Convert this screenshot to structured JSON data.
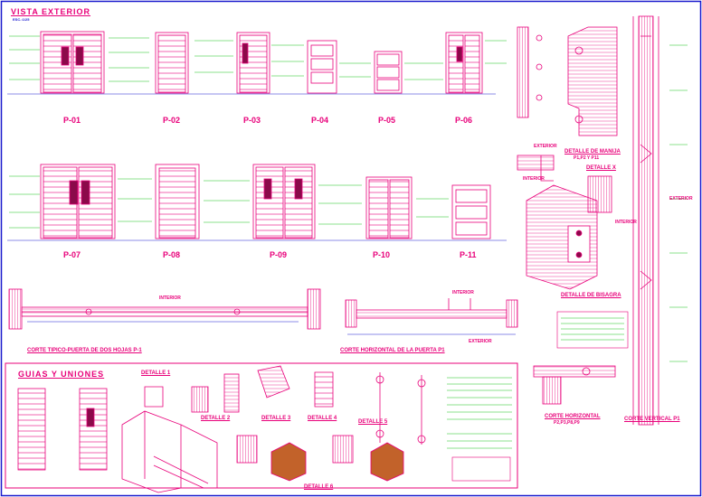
{
  "sheet": {
    "title_exterior": "VISTA EXTERIOR",
    "scale_exterior": "ESC.:1/25",
    "doors_row1": [
      {
        "code": "P-01"
      },
      {
        "code": "P-02"
      },
      {
        "code": "P-03"
      },
      {
        "code": "P-04"
      },
      {
        "code": "P-05"
      },
      {
        "code": "P-06"
      }
    ],
    "doors_row2": [
      {
        "code": "P-07"
      },
      {
        "code": "P-08"
      },
      {
        "code": "P-09"
      },
      {
        "code": "P-10"
      },
      {
        "code": "P-11"
      }
    ],
    "labels": {
      "exterior": "EXTERIOR",
      "interior": "INTERIOR",
      "corte_tipico": "CORTE TIPICO-PUERTA DE DOS HOJAS P-1",
      "corte_horizontal_p1": "CORTE HORIZONTAL DE LA PUERTA P1",
      "detalle_x": "DETALLE X",
      "detalle_bisagra": "DETALLE DE BISAGRA",
      "detalle_manija": "DETALLE DE MANIJA",
      "detalle_manija_sub": "P1,P2 Y P11",
      "corte_horizontal_p2": "CORTE HORIZONTAL",
      "corte_horizontal_p2_sub": "P2,P3,P8,P9",
      "corte_vertical_p1": "CORTE VERTICAL P1",
      "guias_uniones": "GUIAS Y UNIONES",
      "detalle_1": "DETALLE 1",
      "detalle_2": "DETALLE 2",
      "detalle_3": "DETALLE 3",
      "detalle_4": "DETALLE 4",
      "detalle_5": "DETALLE 5",
      "detalle_6": "DETALLE 6"
    },
    "colors": {
      "line": "#e8007a",
      "note": "#19c41a",
      "dim": "#1b1bd0",
      "fill": "#8b0a4a",
      "wood": "#c2622a",
      "border": "#1a1acd"
    }
  }
}
